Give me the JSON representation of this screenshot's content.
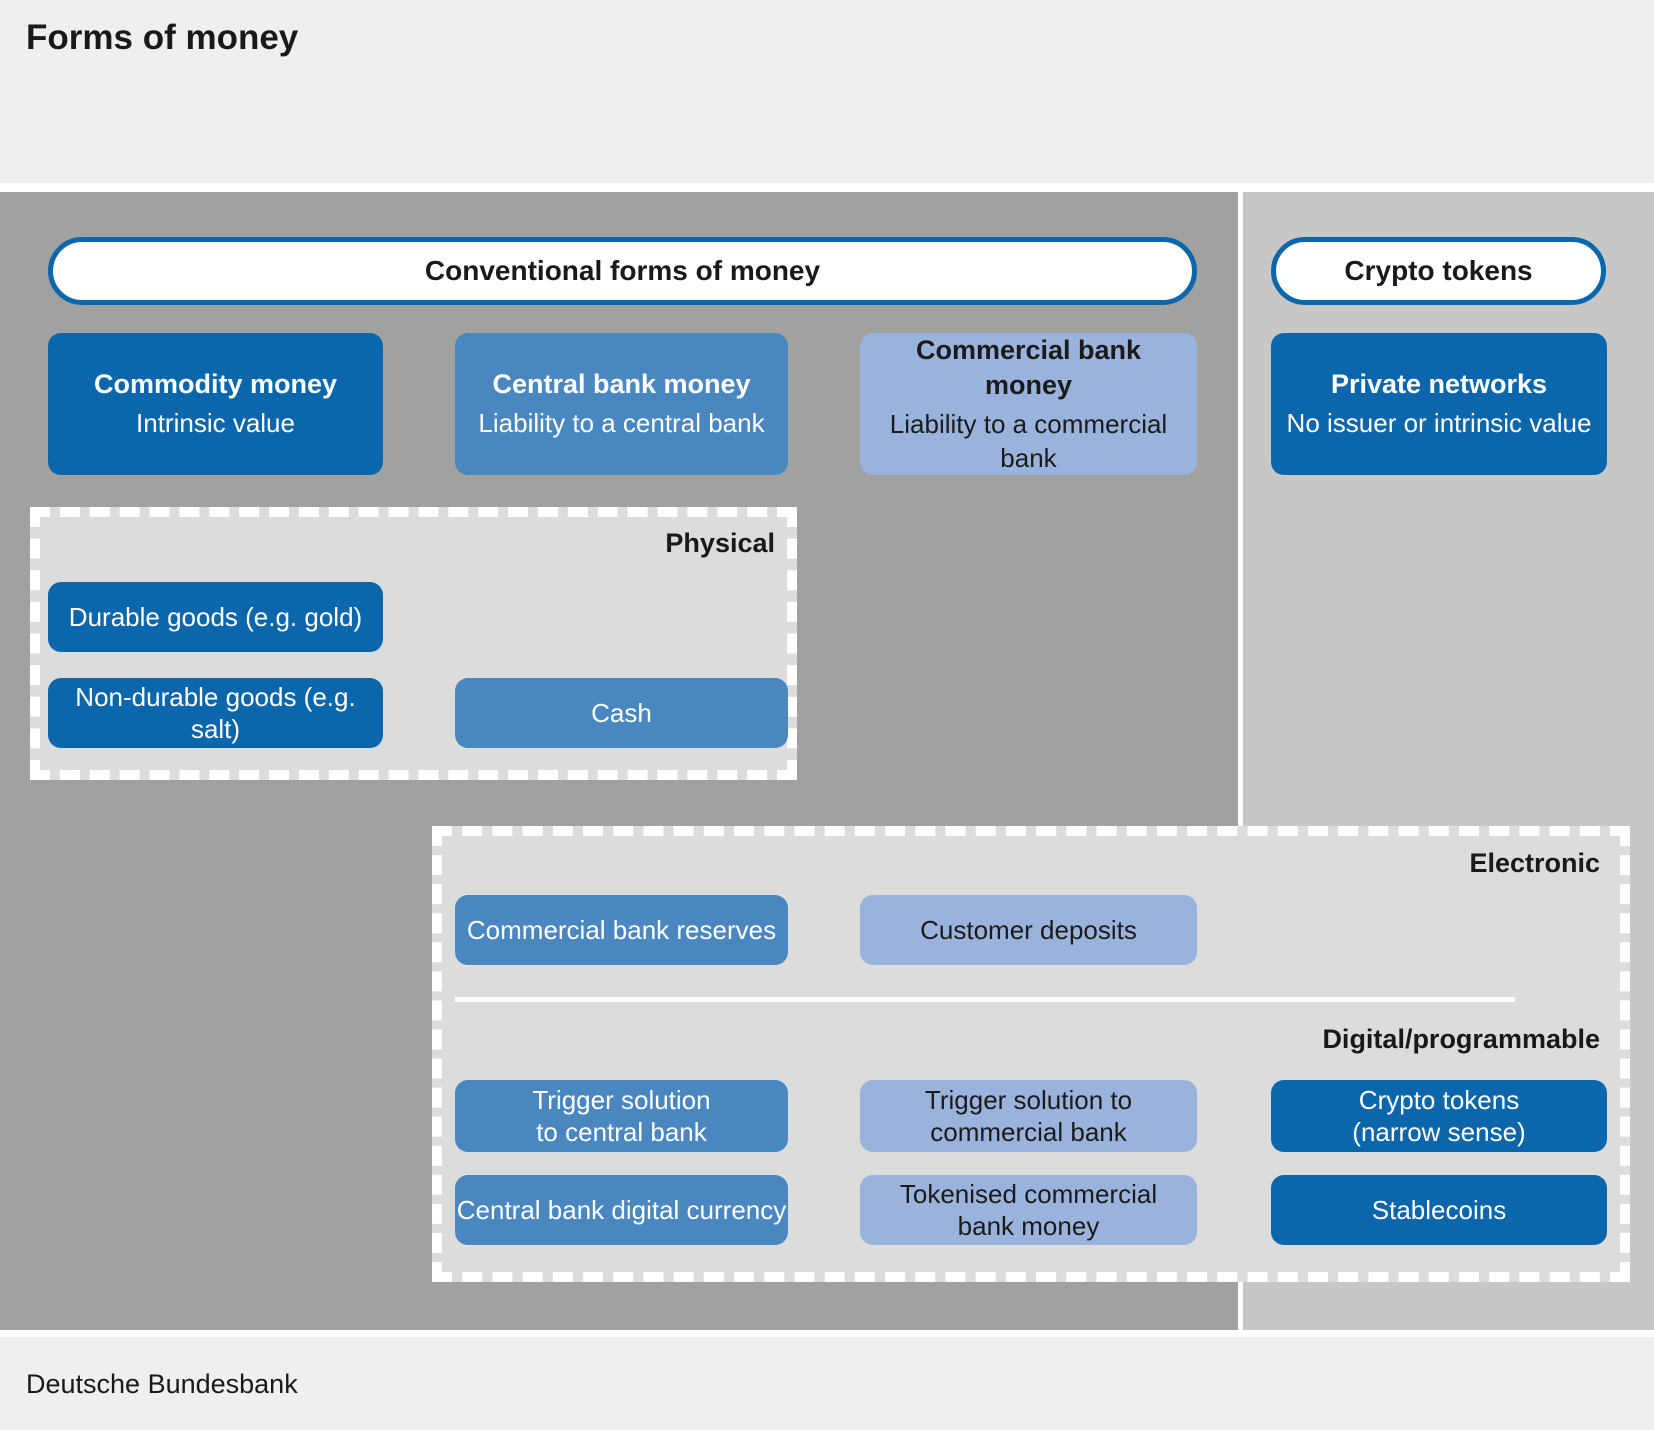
{
  "page": {
    "title": "Forms of money",
    "footer": "Deutsche Bundesbank"
  },
  "colors": {
    "dark_blue": "#0c66ab",
    "medium_blue": "#4a87c1",
    "light_blue": "#9ab3dc",
    "left_panel_gray": "#a1a1a0",
    "right_panel_gray": "#c7c7c6",
    "subgroup_gray": "#dcdcdc",
    "page_gray": "#efefef"
  },
  "headers": {
    "conventional": "Conventional forms of money",
    "crypto": "Crypto tokens"
  },
  "categories": {
    "commodity": {
      "title": "Commodity money",
      "subtitle": "Intrinsic value"
    },
    "central_bank": {
      "title": "Central bank money",
      "subtitle": "Liability to a central bank"
    },
    "commercial_bank": {
      "title": "Commercial bank money",
      "subtitle": "Liability to a commercial\nbank"
    },
    "private_networks": {
      "title": "Private networks",
      "subtitle": "No issuer or intrinsic value"
    }
  },
  "physical": {
    "label": "Physical",
    "items": {
      "durable": "Durable goods (e.g. gold)",
      "non_durable": "Non-durable goods (e.g. salt)",
      "cash": "Cash"
    }
  },
  "electronic": {
    "label": "Electronic",
    "items": {
      "reserves": "Commercial bank reserves",
      "deposits": "Customer deposits"
    },
    "digital": {
      "label": "Digital/programmable",
      "items": {
        "trigger_central": "Trigger solution\nto central bank",
        "trigger_commercial": "Trigger solution to\ncommercial bank",
        "crypto_narrow": "Crypto tokens\n(narrow sense)",
        "cbdc": "Central bank digital currency",
        "tokenised": "Tokenised commercial\nbank money",
        "stablecoins": "Stablecoins"
      }
    }
  }
}
